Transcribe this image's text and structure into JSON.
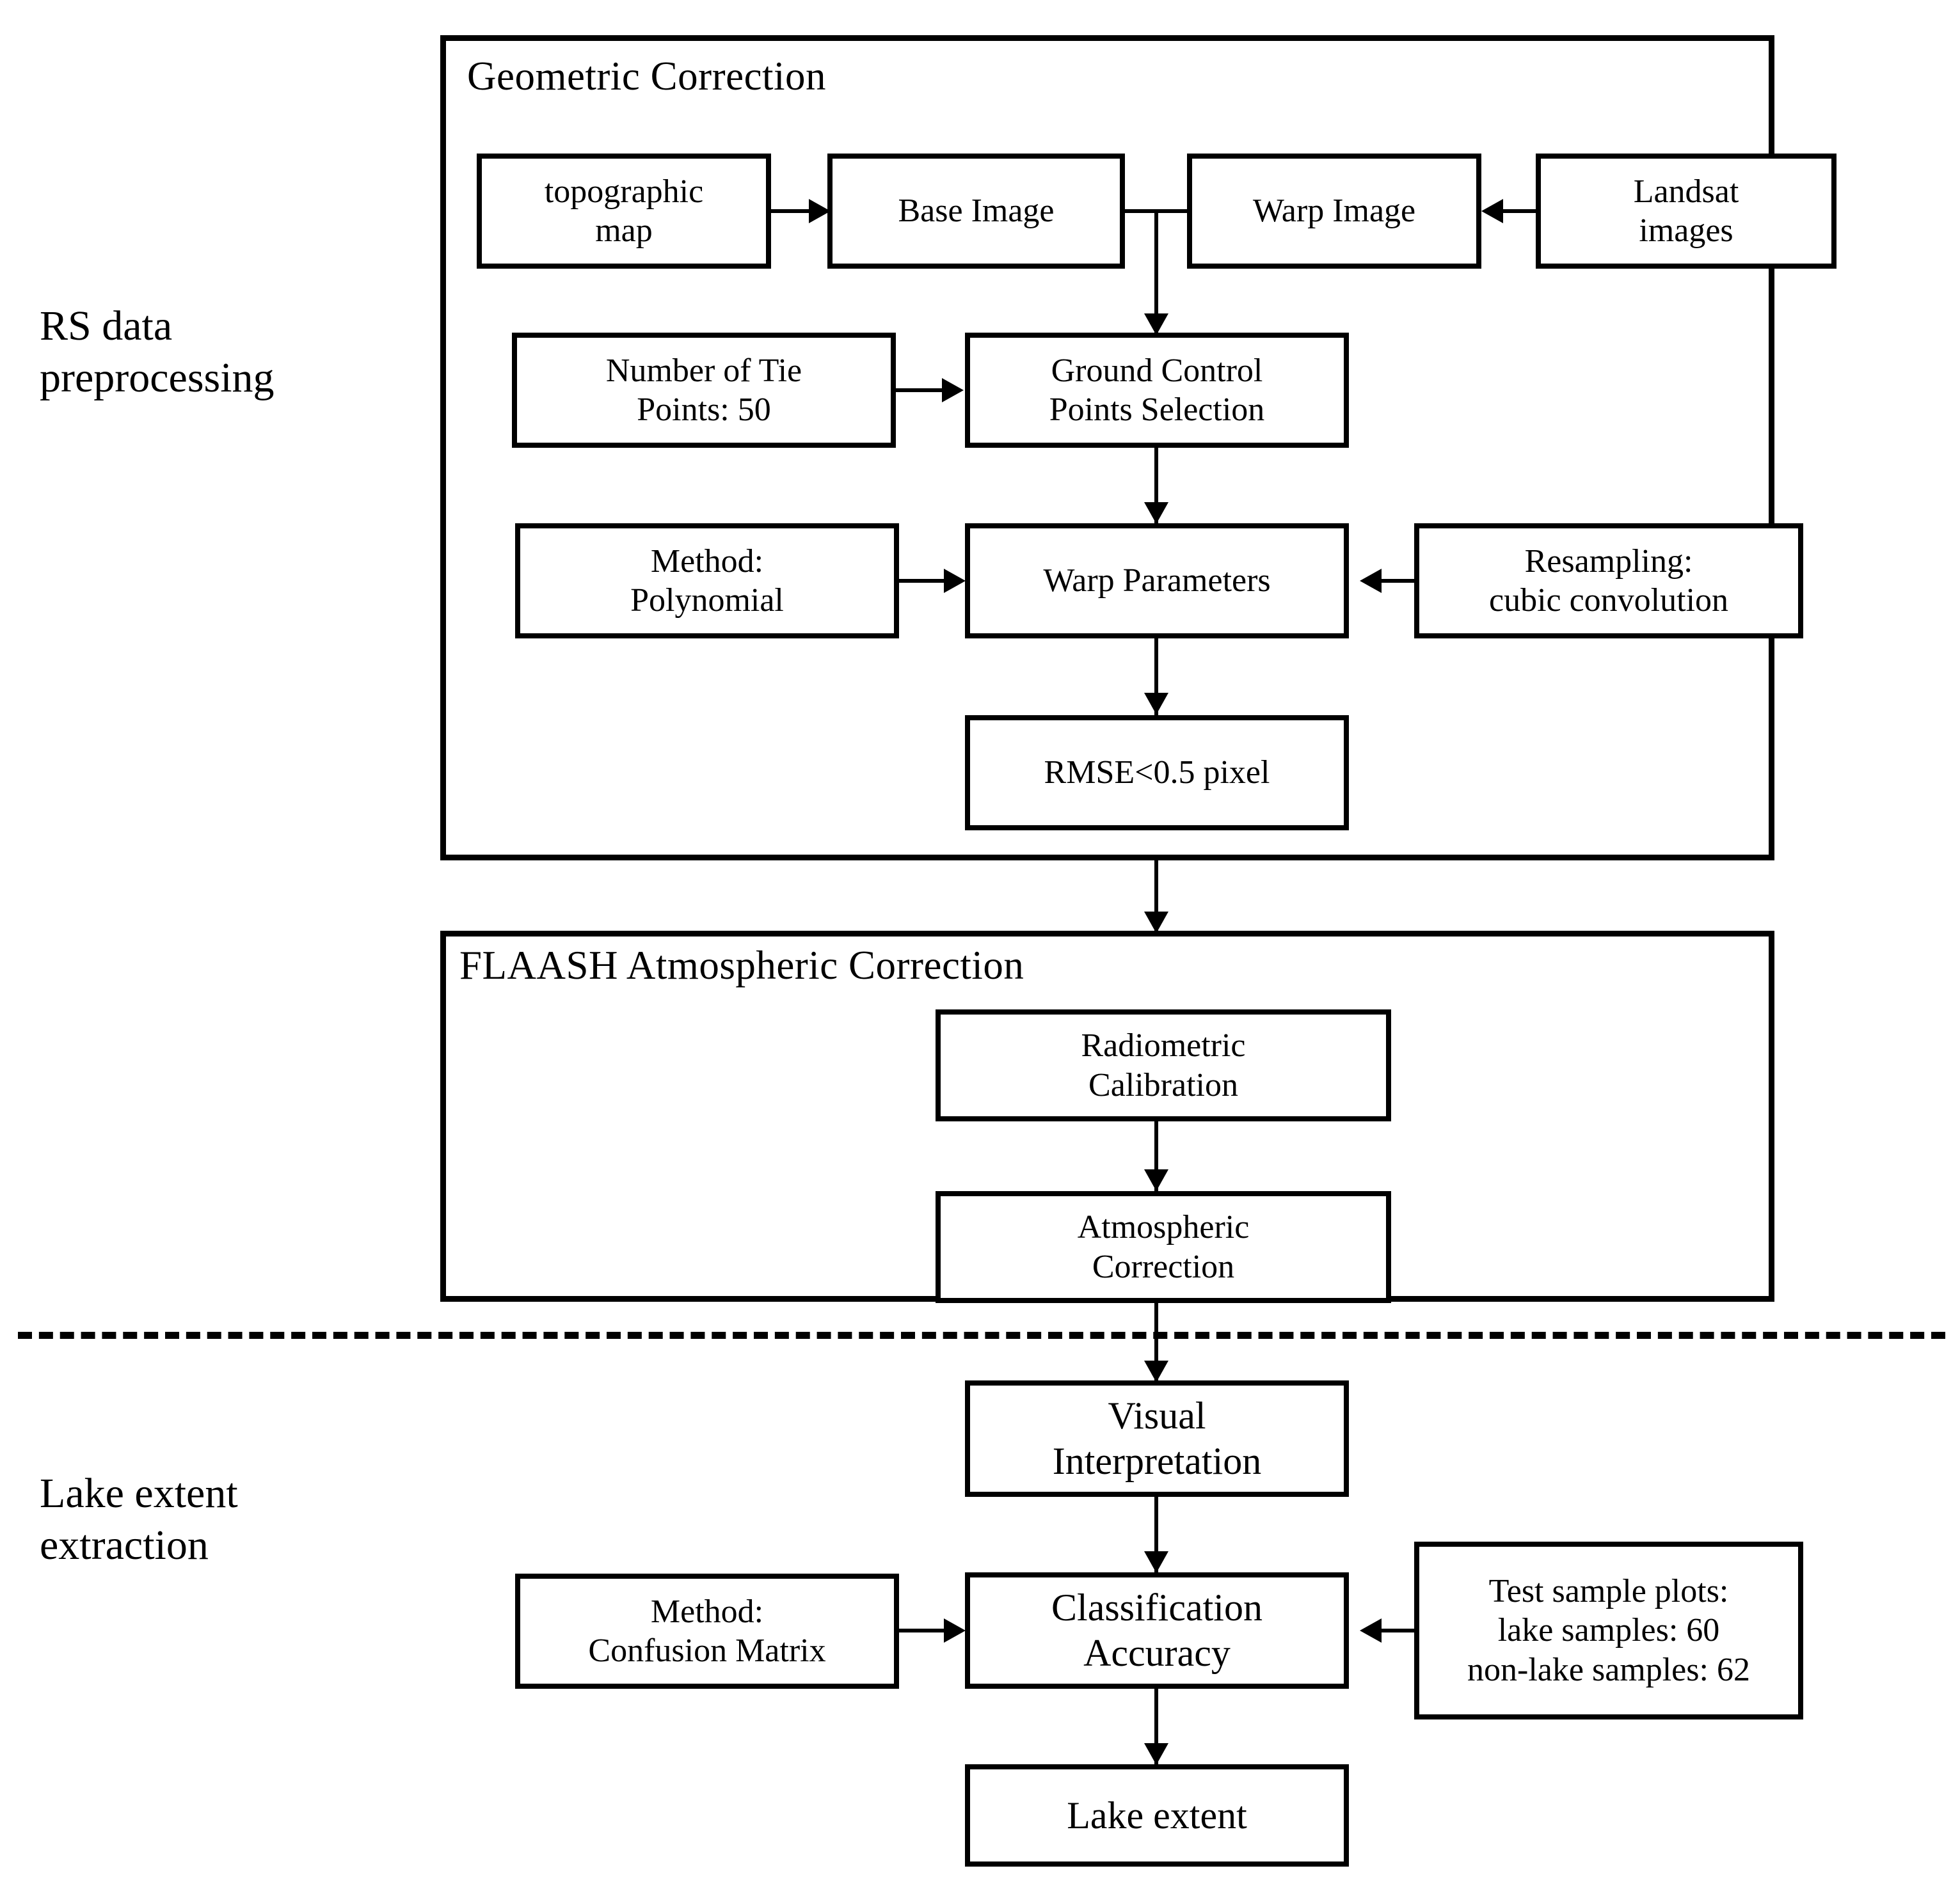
{
  "figure": {
    "type": "flowchart",
    "orientation": "top-to-bottom",
    "sections": [
      {
        "label": "RS data\npreprocessing",
        "groups": [
          "Geometric Correction",
          "FLAASH Atmospheric Correction"
        ]
      },
      {
        "label": "Lake extent\nextraction",
        "groups": []
      }
    ]
  },
  "side_labels": {
    "rs_preprocessing": "RS data\npreprocessing",
    "lake_extraction": "Lake extent\nextraction"
  },
  "groups": {
    "geometric_correction": {
      "title": "Geometric  Correction"
    },
    "flaash": {
      "title": "FLAASH Atmospheric  Correction"
    }
  },
  "nodes": {
    "topographic_map": "topographic\nmap",
    "base_image": "Base Image",
    "warp_image": "Warp Image",
    "landsat_images": "Landsat\nimages",
    "tie_points": "Number of Tie\nPoints: 50",
    "gcp_selection": "Ground Control\nPoints Selection",
    "method_polynomial": "Method:\nPolynomial",
    "warp_parameters": "Warp Parameters",
    "resampling": "Resampling:\ncubic convolution",
    "rmse": "RMSE<0.5 pixel",
    "radiometric_calibration": "Radiometric\nCalibration",
    "atmospheric_correction": "Atmospheric\nCorrection",
    "visual_interpretation": "Visual\nInterpretation",
    "method_confusion_matrix": "Method:\nConfusion  Matrix",
    "classification_accuracy": "Classification\nAccuracy",
    "test_sample_plots": "Test sample plots:\nlake samples: 60\nnon-lake  samples: 62",
    "lake_extent": "Lake extent"
  },
  "values": {
    "tie_points_count": "50",
    "rmse_threshold": "0.5",
    "lake_samples": "60",
    "non_lake_samples": "62"
  },
  "colors": {
    "stroke": "#000000",
    "fill": "#ffffff",
    "text": "#000000"
  }
}
